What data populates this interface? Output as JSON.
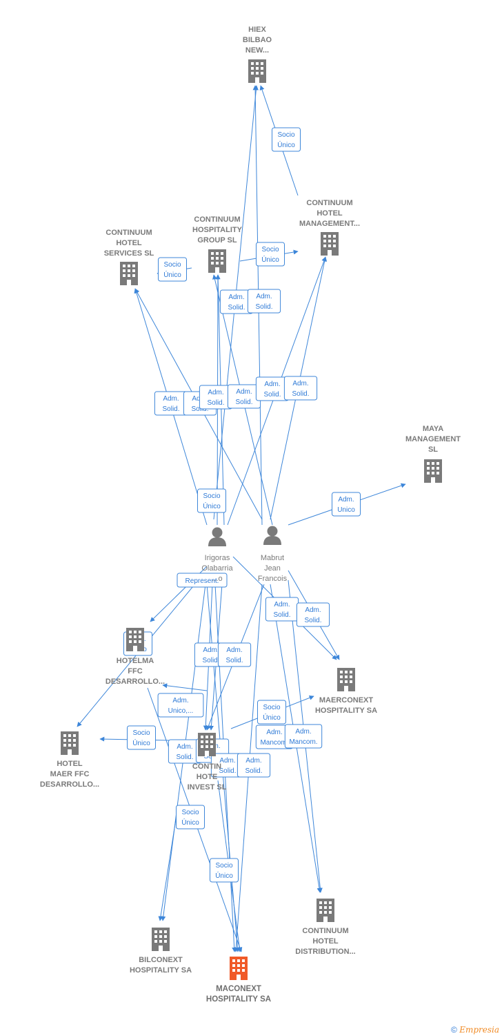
{
  "colors": {
    "edge": "#3d86d9",
    "node": "#7a7a7a",
    "main_node": "#f05a28",
    "label_bg": "#ffffff"
  },
  "nodes": [
    {
      "id": "hiex",
      "type": "company",
      "lines": [
        "HIEX",
        "BILBAO",
        "NEW..."
      ]
    },
    {
      "id": "chm",
      "type": "company",
      "lines": [
        "CONTINUUM",
        "HOTEL",
        "MANAGEMENT..."
      ]
    },
    {
      "id": "chg",
      "type": "company",
      "lines": [
        "CONTINUUM",
        "HOSPITALITY",
        "GROUP  SL"
      ]
    },
    {
      "id": "chs",
      "type": "company",
      "lines": [
        "CONTINUUM",
        "HOTEL",
        "SERVICES SL"
      ]
    },
    {
      "id": "maya",
      "type": "company",
      "lines": [
        "MAYA",
        "MANAGEMENT",
        "SL"
      ]
    },
    {
      "id": "irigoras",
      "type": "person",
      "lines": [
        "Irigoras",
        "Olabarria",
        "...o"
      ]
    },
    {
      "id": "mabrut",
      "type": "person",
      "lines": [
        "Mabrut",
        "Jean",
        "Francois"
      ]
    },
    {
      "id": "hotelma",
      "type": "company",
      "lines": [
        "HOTELMA",
        "FFC",
        "DESARROLLO..."
      ]
    },
    {
      "id": "maerconext",
      "type": "company",
      "lines": [
        "MAERCONEXT",
        "HOSPITALITY SA"
      ]
    },
    {
      "id": "hotelmaer",
      "type": "company",
      "lines": [
        "HOTEL",
        "MAER FFC",
        "DESARROLLO..."
      ]
    },
    {
      "id": "chi",
      "type": "company",
      "lines": [
        "CONTIN",
        "HOTE",
        "INVEST  SL"
      ]
    },
    {
      "id": "chd",
      "type": "company",
      "lines": [
        "CONTINUUM",
        "HOTEL",
        "DISTRIBUTION..."
      ]
    },
    {
      "id": "bilconext",
      "type": "company",
      "lines": [
        "BILCONEXT",
        "HOSPITALITY SA"
      ]
    },
    {
      "id": "maconext",
      "type": "main",
      "lines": [
        "MACONEXT",
        "HOSPITALITY SA"
      ]
    }
  ],
  "edge_labels": [
    [
      "Socio",
      "Único"
    ],
    [
      "Socio",
      "Único"
    ],
    [
      "Socio",
      "Único"
    ],
    [
      "Adm.",
      "Solid."
    ],
    [
      "Adm.",
      "Solid."
    ],
    [
      "Adm.",
      "Solid."
    ],
    [
      "Adm.",
      "Solid."
    ],
    [
      "Adm.",
      "Solid."
    ],
    [
      "Adm.",
      "Solid."
    ],
    [
      "Adm.",
      "Solid."
    ],
    [
      "Adm.",
      "Solid."
    ],
    [
      "Socio",
      "Único"
    ],
    [
      "Adm.",
      "Unico"
    ],
    [
      "Represent."
    ],
    [
      "Adm.",
      "Solid."
    ],
    [
      "Adm.",
      "Solid."
    ],
    [
      "Adm.",
      "Unico"
    ],
    [
      "Adm.",
      "Solid."
    ],
    [
      "Adm.",
      "Solid."
    ],
    [
      "Adm.",
      "Unico,..."
    ],
    [
      "Socio",
      "Único"
    ],
    [
      "Adm.",
      "Mancom."
    ],
    [
      "Adm.",
      "Mancom."
    ],
    [
      "Socio",
      "Único"
    ],
    [
      "Adm.",
      "Solid."
    ],
    [
      "Adm.",
      "Solid."
    ],
    [
      "Adm.",
      "Solid."
    ],
    [
      "Adm.",
      "Solid."
    ],
    [
      "Socio",
      "Único"
    ],
    [
      "Socio",
      "Único"
    ]
  ],
  "footer": {
    "copyright": "©",
    "brand": "Empresia"
  }
}
